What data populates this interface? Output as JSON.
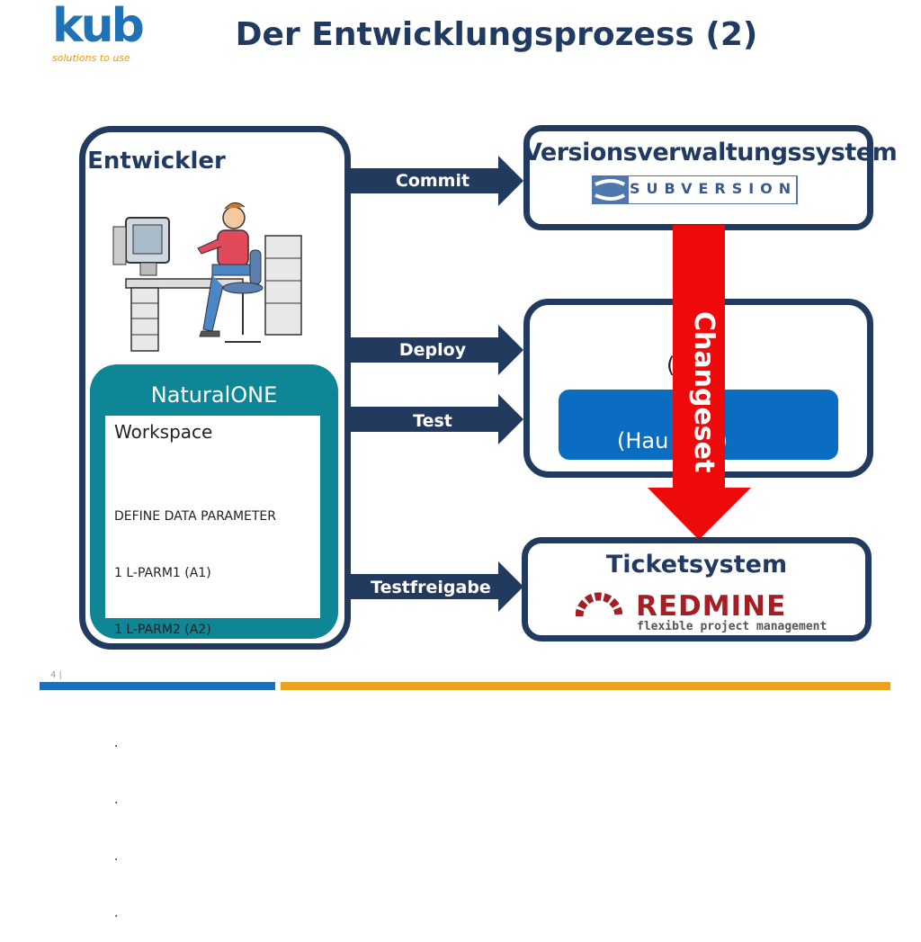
{
  "header": {
    "logo_text": "kub",
    "logo_tagline": "solutions to use",
    "title": "Der Entwicklungsprozess (2)"
  },
  "developer": {
    "title": "Entwickler",
    "illustration": "developer-at-computer-icon",
    "ide": {
      "title": "NaturalONE",
      "workspace_title": "Workspace",
      "code_lines": [
        "DEFINE DATA PARAMETER",
        "1 L-PARM1 (A1)",
        "1 L-PARM2 (A2)",
        ".",
        ".",
        ".",
        ".",
        "."
      ]
    }
  },
  "arrows": {
    "commit": "Commit",
    "deploy": "Deploy",
    "test": "Test",
    "testfreigabe": "Testfreigabe"
  },
  "vcs": {
    "title": "Versionsverwaltungssystem",
    "logo_text": "SUBVERSION"
  },
  "server": {
    "label": "(       )",
    "library_text": "(Hau          rary)"
  },
  "changeset": {
    "label": "Changeset"
  },
  "ticket": {
    "title": "Ticketsystem",
    "logo_name": "REDMINE",
    "logo_tagline": "flexible project management"
  },
  "footer": {
    "page_number": "4  |"
  },
  "colors": {
    "navy": "#233a5f",
    "teal": "#0f8696",
    "blue": "#0b6dc1",
    "red": "#ee0a0a",
    "orange": "#eda21c"
  }
}
